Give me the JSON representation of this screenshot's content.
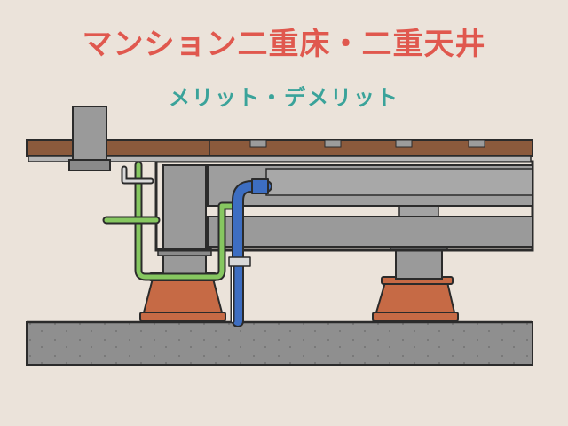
{
  "title": "マンション二重床・二重天井",
  "subtitle": "メリット・デメリット",
  "colors": {
    "background": "#ebe3da",
    "title": "#e0584e",
    "subtitle": "#3aa39a",
    "wood_floor": "#8b5a3c",
    "concrete": "#8e8e8e",
    "support_base": "#c66a45",
    "water_pipe": "#3d6ec2",
    "gas_pipe": "#86c760",
    "outline": "#2b2b2b"
  },
  "icons": [
    "floor-panel",
    "concrete-slab",
    "support-leg",
    "water-pipe",
    "gas-pipe",
    "drain-pipe"
  ]
}
